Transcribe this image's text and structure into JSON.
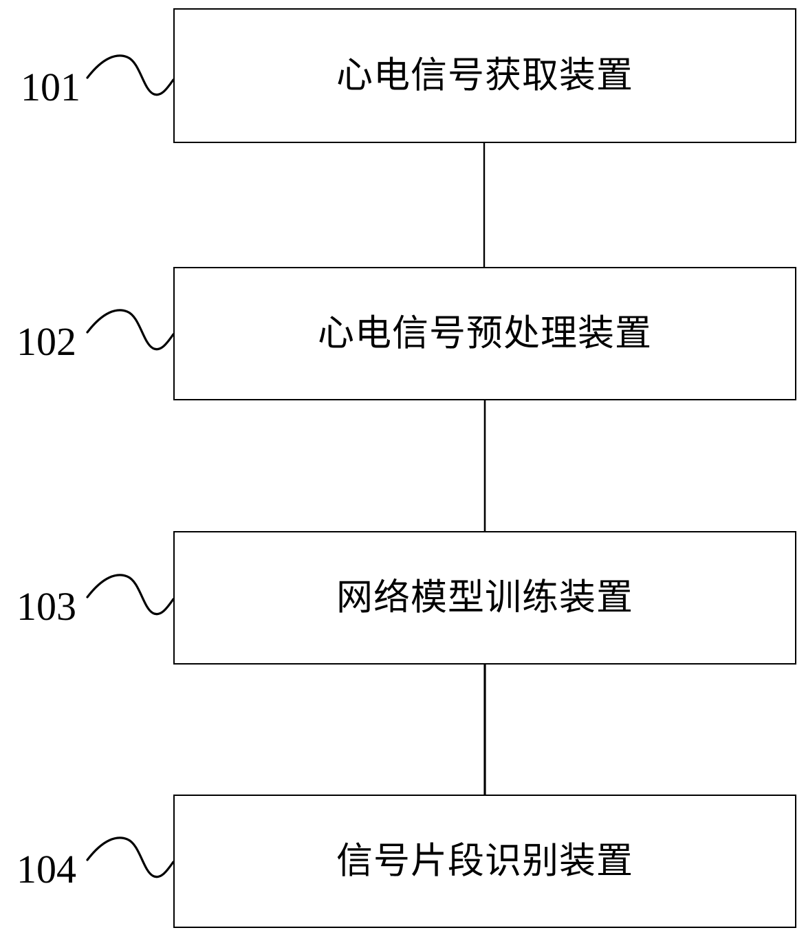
{
  "diagram": {
    "title": "ECG Signal Recognition Apparatus Block Diagram",
    "background_color": "#ffffff",
    "stroke_color": "#000000",
    "nodes": [
      {
        "ref": "101",
        "label": "心电信号获取装置",
        "icon": "rectangle-box-icon"
      },
      {
        "ref": "102",
        "label": "心电信号预处理装置",
        "icon": "rectangle-box-icon"
      },
      {
        "ref": "103",
        "label": "网络模型训练装置",
        "icon": "rectangle-box-icon"
      },
      {
        "ref": "104",
        "label": "信号片段识别装置",
        "icon": "rectangle-box-icon"
      }
    ],
    "connectors": [
      {
        "from": "101",
        "to": "102",
        "icon": "vertical-line-icon"
      },
      {
        "from": "102",
        "to": "103",
        "icon": "vertical-line-icon"
      },
      {
        "from": "103",
        "to": "104",
        "icon": "vertical-line-icon"
      }
    ],
    "leaders": [
      {
        "ref": "101",
        "icon": "squiggle-leader-icon"
      },
      {
        "ref": "102",
        "icon": "squiggle-leader-icon"
      },
      {
        "ref": "103",
        "icon": "squiggle-leader-icon"
      },
      {
        "ref": "104",
        "icon": "squiggle-leader-icon"
      }
    ]
  }
}
